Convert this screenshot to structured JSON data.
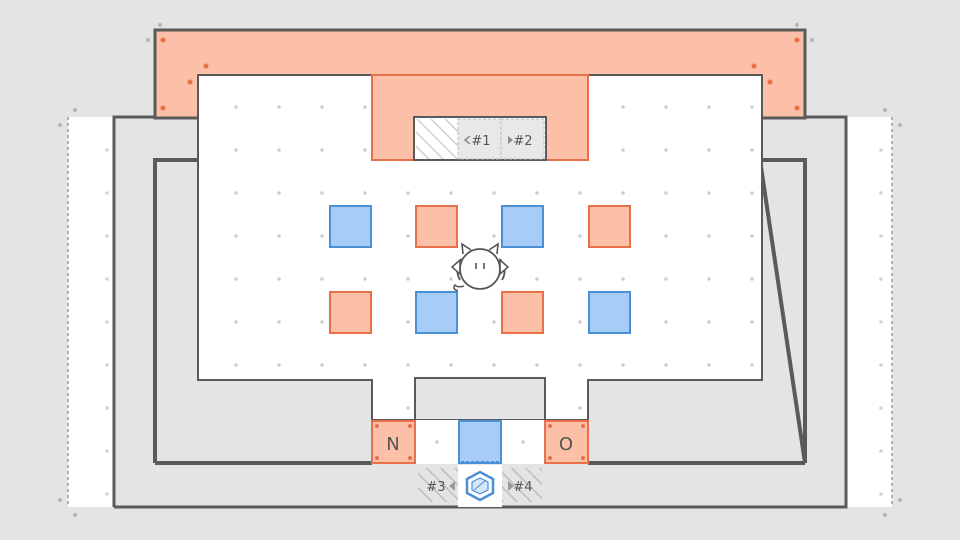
{
  "colors": {
    "background": "#e4e4e4",
    "floor": "#ffffff",
    "wall": "#555555",
    "orange_fill": "#fcbfa8",
    "orange_stroke": "#e8704b",
    "blue_fill": "#a7ccf7",
    "blue_stroke": "#4a90d6",
    "dot": "#c9c9c9"
  },
  "doors": {
    "n_label": "N",
    "o_label": "O"
  },
  "slots": {
    "slot1_label": "#1",
    "slot2_label": "#2",
    "slot3_label": "#3",
    "slot4_label": "#4"
  },
  "icons": {
    "player": "cat-face-icon",
    "goal": "hexagon-goal-icon",
    "hatch": "hatched-slot-icon"
  }
}
